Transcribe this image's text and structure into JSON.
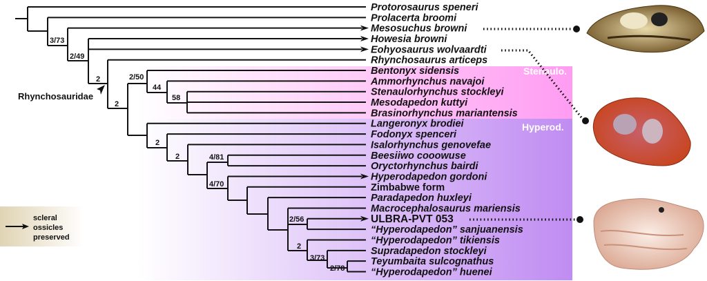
{
  "taxa": [
    {
      "name": "Protorosaurus speneri",
      "arrow": false,
      "style": "italic"
    },
    {
      "name": "Prolacerta broomi",
      "arrow": false,
      "style": "italic"
    },
    {
      "name": "Mesosuchus browni",
      "arrow": true,
      "style": "italic"
    },
    {
      "name": "Howesia browni",
      "arrow": true,
      "style": "italic"
    },
    {
      "name": "Eohyosaurus wolvaardti",
      "arrow": true,
      "style": "italic"
    },
    {
      "name": "Rhynchosaurus articeps",
      "arrow": false,
      "style": "italic"
    },
    {
      "name": "Bentonyx sidensis",
      "arrow": false,
      "style": "italic"
    },
    {
      "name": "Ammorhynchus navajoi",
      "arrow": false,
      "style": "italic"
    },
    {
      "name": "Stenaulorhynchus stockleyi",
      "arrow": false,
      "style": "italic"
    },
    {
      "name": "Mesodapedon kuttyi",
      "arrow": false,
      "style": "italic"
    },
    {
      "name": "Brasinorhynchus mariantensis",
      "arrow": false,
      "style": "italic"
    },
    {
      "name": "Langeronyx brodiei",
      "arrow": false,
      "style": "italic"
    },
    {
      "name": "Fodonyx spenceri",
      "arrow": false,
      "style": "italic"
    },
    {
      "name": "Isalorhynchus genovefae",
      "arrow": false,
      "style": "italic"
    },
    {
      "name": "Beesiiwo cooowuse",
      "arrow": false,
      "style": "italic"
    },
    {
      "name": "Oryctorhynchus bairdi",
      "arrow": false,
      "style": "italic"
    },
    {
      "name": "Hyperodapedon gordoni",
      "arrow": true,
      "style": "italic"
    },
    {
      "name": "Zimbabwe form",
      "arrow": false,
      "style": "upright"
    },
    {
      "name": "Paradapedon huxleyi",
      "arrow": false,
      "style": "italic"
    },
    {
      "name": "Macrocephalosaurus mariensis",
      "arrow": false,
      "style": "italic"
    },
    {
      "name": "ULBRA-PVT 053",
      "arrow": true,
      "style": "focal"
    },
    {
      "name": "“Hyperodapedon” sanjuanensis",
      "arrow": false,
      "style": "italic"
    },
    {
      "name": "“Hyperodapedon” tikiensis",
      "arrow": false,
      "style": "italic"
    },
    {
      "name": "Supradapedon stockleyi",
      "arrow": false,
      "style": "italic"
    },
    {
      "name": "Teyumbaita sulcognathus",
      "arrow": false,
      "style": "italic"
    },
    {
      "name": "“Hyperodapedon” huenei",
      "arrow": false,
      "style": "italic"
    }
  ],
  "supports": [
    "3/73",
    "2/49",
    "2",
    "2",
    "2/50",
    "44",
    "58",
    "2",
    "2",
    "4/81",
    "4/70",
    "2/56",
    "2",
    "3/73",
    "2/78"
  ],
  "clades": {
    "rhynchosauridae": "Rhynchosauridae",
    "stenaulo": "Stenaulo.",
    "hyperod": "Hyperod."
  },
  "legend": {
    "line1": "scleral",
    "line2": "ossicles",
    "line3": "preserved"
  },
  "colors": {
    "stenaulo": "#ff9cf2",
    "hyperod": "#c08cf2",
    "legend": "#e6dcc4"
  }
}
